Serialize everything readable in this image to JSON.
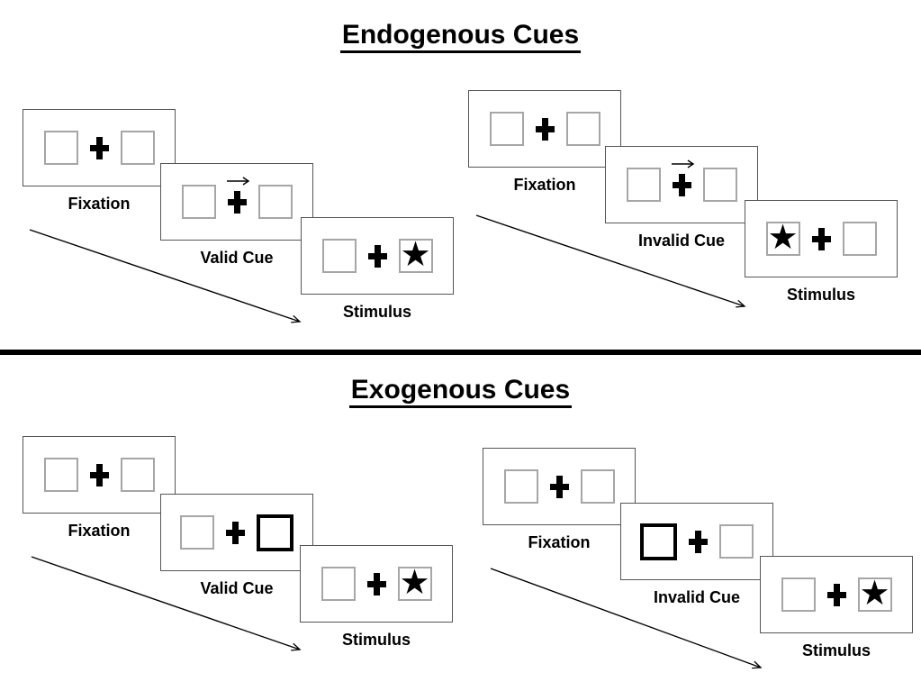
{
  "sections": [
    {
      "title": "Endogenous Cues",
      "cue_style": "arrow",
      "sequences": [
        {
          "condition": "valid",
          "panels": [
            {
              "kind": "fixation",
              "label": "Fixation"
            },
            {
              "kind": "cue",
              "label": "Valid Cue",
              "cue_side": "right"
            },
            {
              "kind": "stimulus",
              "label": "Stimulus",
              "star_side": "right"
            }
          ]
        },
        {
          "condition": "invalid",
          "panels": [
            {
              "kind": "fixation",
              "label": "Fixation"
            },
            {
              "kind": "cue",
              "label": "Invalid Cue",
              "cue_side": "right"
            },
            {
              "kind": "stimulus",
              "label": "Stimulus",
              "star_side": "left"
            }
          ]
        }
      ]
    },
    {
      "title": "Exogenous Cues",
      "cue_style": "box",
      "sequences": [
        {
          "condition": "valid",
          "panels": [
            {
              "kind": "fixation",
              "label": "Fixation"
            },
            {
              "kind": "cue",
              "label": "Valid Cue",
              "cue_side": "right"
            },
            {
              "kind": "stimulus",
              "label": "Stimulus",
              "star_side": "right"
            }
          ]
        },
        {
          "condition": "invalid",
          "panels": [
            {
              "kind": "fixation",
              "label": "Fixation"
            },
            {
              "kind": "cue",
              "label": "Invalid Cue",
              "cue_side": "left"
            },
            {
              "kind": "stimulus",
              "label": "Stimulus",
              "star_side": "right"
            }
          ]
        }
      ]
    }
  ],
  "glyphs": {
    "star": "★"
  },
  "colors": {
    "ink": "#000000",
    "panel_border": "#555555",
    "box_border": "#a6a6a6",
    "background": "#ffffff"
  }
}
